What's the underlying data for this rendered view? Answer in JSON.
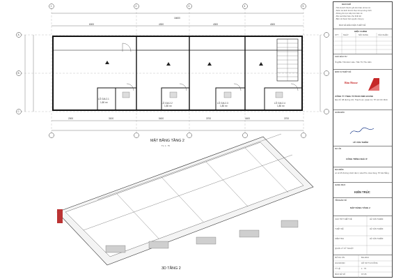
{
  "plan": {
    "title": "MẶT BẰNG TẦNG 2",
    "scale": "TL: 1 : 75",
    "top_total": "16600",
    "top_segments": [
      "6000",
      "4300",
      "4300",
      "4000"
    ],
    "bottom_segments": [
      "2000",
      "3100",
      "5400",
      "3700",
      "4400",
      "3700"
    ],
    "grid_numbers": [
      "1",
      "2",
      "3",
      "4",
      "5"
    ],
    "grid_letters": [
      "A",
      "B",
      "C"
    ],
    "balconies": [
      "LÔ GIA 2.1",
      "LÔ GIA 2.2",
      "LÔ GIA 2.3",
      "LÔ GIA 2.4"
    ],
    "balcony_area": "1,80 m²"
  },
  "view3d": {
    "title": "3D TẦNG 2"
  },
  "titleblock": {
    "notes_header": "GHI CHÚ",
    "notes_lines": [
      "- Tất cả kích thước ghi trên bản vẽ là mm",
      "- Kiểm tra kích thước thực tế tại công trình",
      "- Không đo trực tiếp trên bản vẽ",
      "- Mọi sai khác báo cho thiết kế",
      "- Bản vẽ thuộc bản quyền công ty"
    ],
    "sign_label": "BẢN VẼ ĐIỀU KIỆN THIẾT KẾ",
    "revision_header": "HIỆU CHỈNH",
    "revision_cols": [
      "STT",
      "NGÀY",
      "NỘI DUNG",
      "XÁC NHẬN"
    ],
    "owner_label": "CHỦ ĐẦU TƯ",
    "owner_name": "Ông/Bà: Trần Đức Hảo- Trần Thị Thu Hiền",
    "company_label": "ĐƠN VỊ THIẾT KẾ",
    "company_name": "CÔNG TY TNHH TVTKXD BIM HOUSE",
    "logo_text": "Bim House",
    "company_address": "Địa chỉ: 98 đường 3/2, Thạnh Lộc, Quận 12, TP. Hồ Chí Minh",
    "director_label": "GIÁM ĐỐC",
    "director_name": "LÊ VĂN THIÊM",
    "project_label": "DỰ ÁN",
    "project_name": "CÔNG TRÌNH NHÀ Ở",
    "location_label": "ĐỊA ĐIỂM",
    "location_text": "Lô số 25 đường Vành đai 2, Hòa Phú, Hòa Vang, TP. Đà Nẵng",
    "category_label": "HẠNG MỤC",
    "category_name": "KIẾN TRÚC",
    "sheet_label": "TÊN BẢN VẼ",
    "sheet_name": "MẶT BẰNG TẦNG 2",
    "roles": [
      {
        "label": "CHỦ TRÌ THIẾT KẾ",
        "name": "LÊ VĂN THIÊM"
      },
      {
        "label": "THIẾT KẾ",
        "name": "LÊ VĂN THIÊM"
      },
      {
        "label": "KIỂM TRA",
        "name": "LÊ VĂN THIÊM"
      },
      {
        "label": "QUẢN LÝ KỸ THUẬT",
        "name": ""
      }
    ],
    "fields": [
      {
        "label": "MÃ DỰ ÁN",
        "value": "BH-2021"
      },
      {
        "label": "GIAI ĐOẠN",
        "value": "HỒ SƠ THI CÔNG"
      },
      {
        "label": "TỶ LỆ",
        "value": "1 : 75"
      },
      {
        "label": "BẢN VẼ SỐ",
        "value": "KT-05"
      }
    ]
  }
}
